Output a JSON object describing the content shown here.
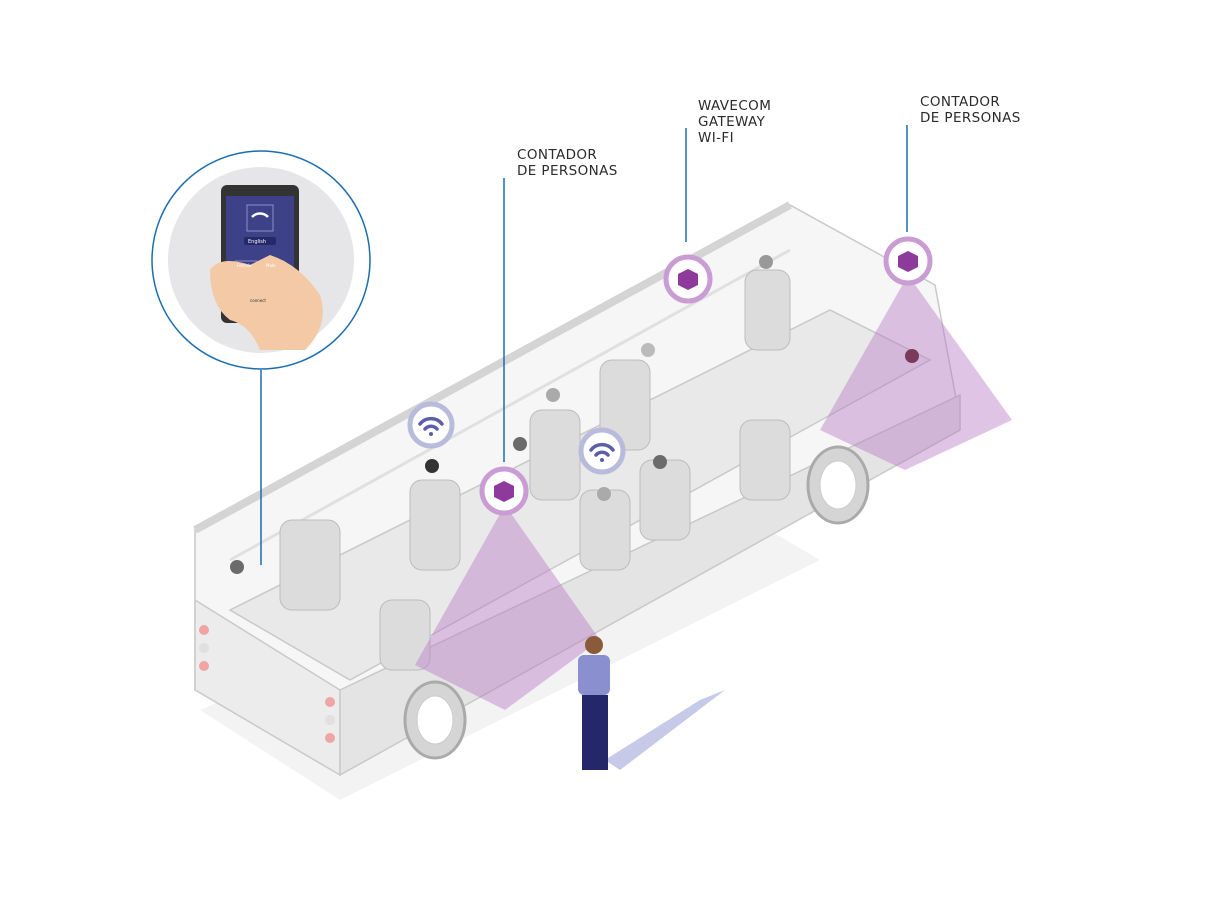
{
  "labels": {
    "counter_1": "CONTADOR\nDE PERSONAS",
    "gateway": "WAVECOM\nGATEWAY\nWI-FI",
    "counter_2": "CONTADOR\nDE PERSONAS"
  },
  "phone": {
    "language": "English",
    "option_female": "Female",
    "option_male": "Male",
    "connect": "connect"
  },
  "colors": {
    "leader_line": "#1a6db0",
    "counter_purple": "#8e3a9d",
    "wifi_blue": "#5a5fa8",
    "cone": "#b77cc6"
  }
}
